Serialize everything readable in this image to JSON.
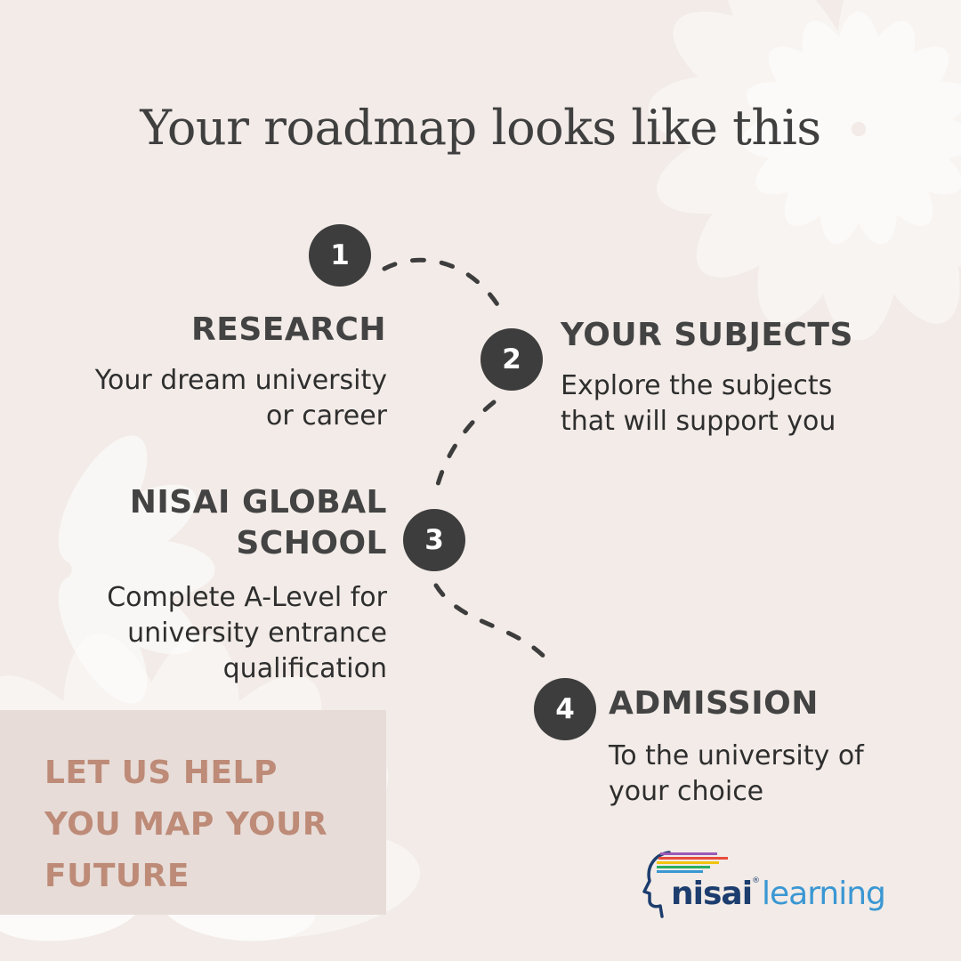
{
  "title": "Your roadmap looks like this",
  "steps": [
    {
      "number": "1",
      "heading": "RESEARCH",
      "lines": [
        "Your dream university",
        "or career"
      ]
    },
    {
      "number": "2",
      "heading": "YOUR SUBJECTS",
      "lines": [
        "Explore the subjects",
        "that will support you"
      ]
    },
    {
      "number": "3",
      "heading_lines": [
        "NISAI GLOBAL",
        "SCHOOL"
      ],
      "lines": [
        "Complete A-Level for",
        "university entrance",
        "qualification"
      ]
    },
    {
      "number": "4",
      "heading": "ADMISSION",
      "lines": [
        "To the university of",
        "your choice"
      ]
    }
  ],
  "cta": {
    "lines": [
      "LET US HELP",
      "YOU MAP YOUR",
      "FUTURE"
    ]
  },
  "logo": {
    "name": "nisai",
    "registered": "®",
    "suffix": "learning"
  },
  "colors": {
    "background": "#f2ebe7",
    "badge": "#3d3d3d",
    "heading": "#434343",
    "cta_box": "#e7dcd8",
    "cta_text": "#bd8b77",
    "logo_navy": "#1c3d6e",
    "logo_blue": "#3a97d3"
  }
}
